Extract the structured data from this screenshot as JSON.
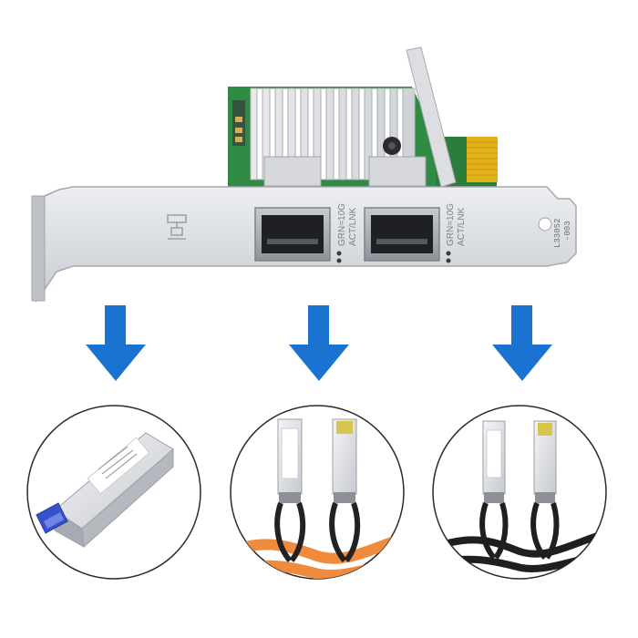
{
  "card": {
    "port_label_1": "GRN=10G",
    "port_label_2": "ACT/LNK",
    "bracket_code_1": "L33052",
    "bracket_code_2": "-003"
  },
  "colors": {
    "arrow": "#1a73d1",
    "pcb": "#2f8a43",
    "gold_fingers": "#e3b21b",
    "bracket": "#d7d9dd",
    "fiber": "#f08a3c",
    "dac_cable": "#1f1f1f"
  },
  "options": [
    {
      "name": "sfp-plus-transceiver",
      "icon": "transceiver-icon"
    },
    {
      "name": "fiber-patch-cable",
      "icon": "fiber-cable-icon"
    },
    {
      "name": "dac-cable",
      "icon": "dac-cable-icon"
    }
  ]
}
